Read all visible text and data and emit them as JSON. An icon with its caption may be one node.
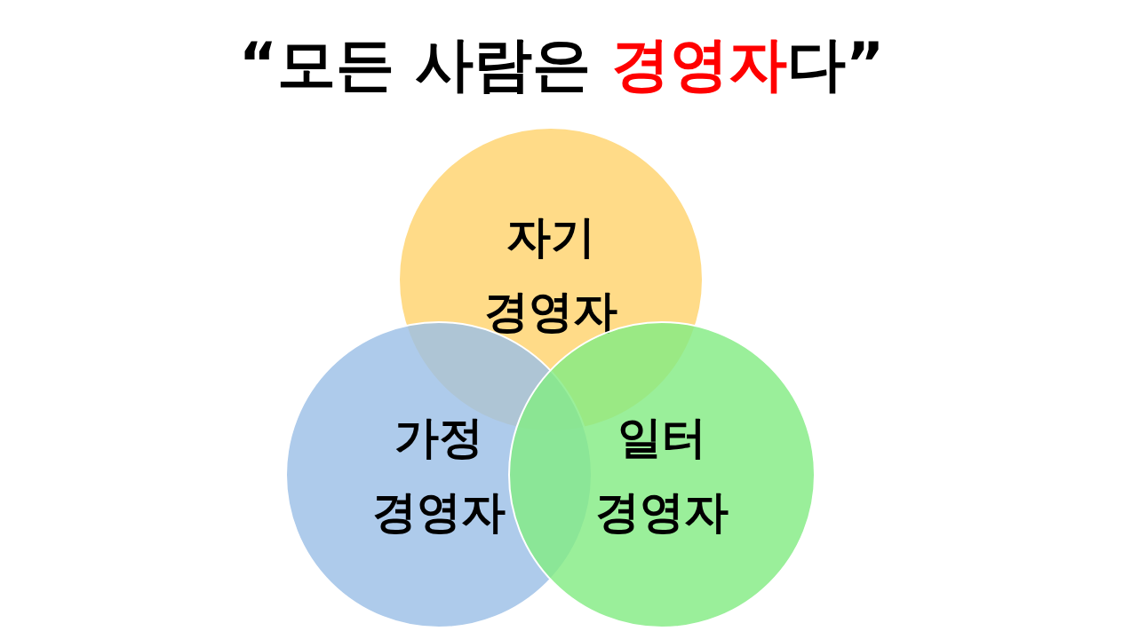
{
  "diagram": {
    "title": "“모든 사람은 **경영자**다”",
    "nodes": [
      {
        "text": [
          "자기 경영자"
        ]
      },
      {
        "text": [
          "가정 경영자"
        ]
      },
      {
        "text": [
          "일터 경영자"
        ]
      }
    ]
  }
}
